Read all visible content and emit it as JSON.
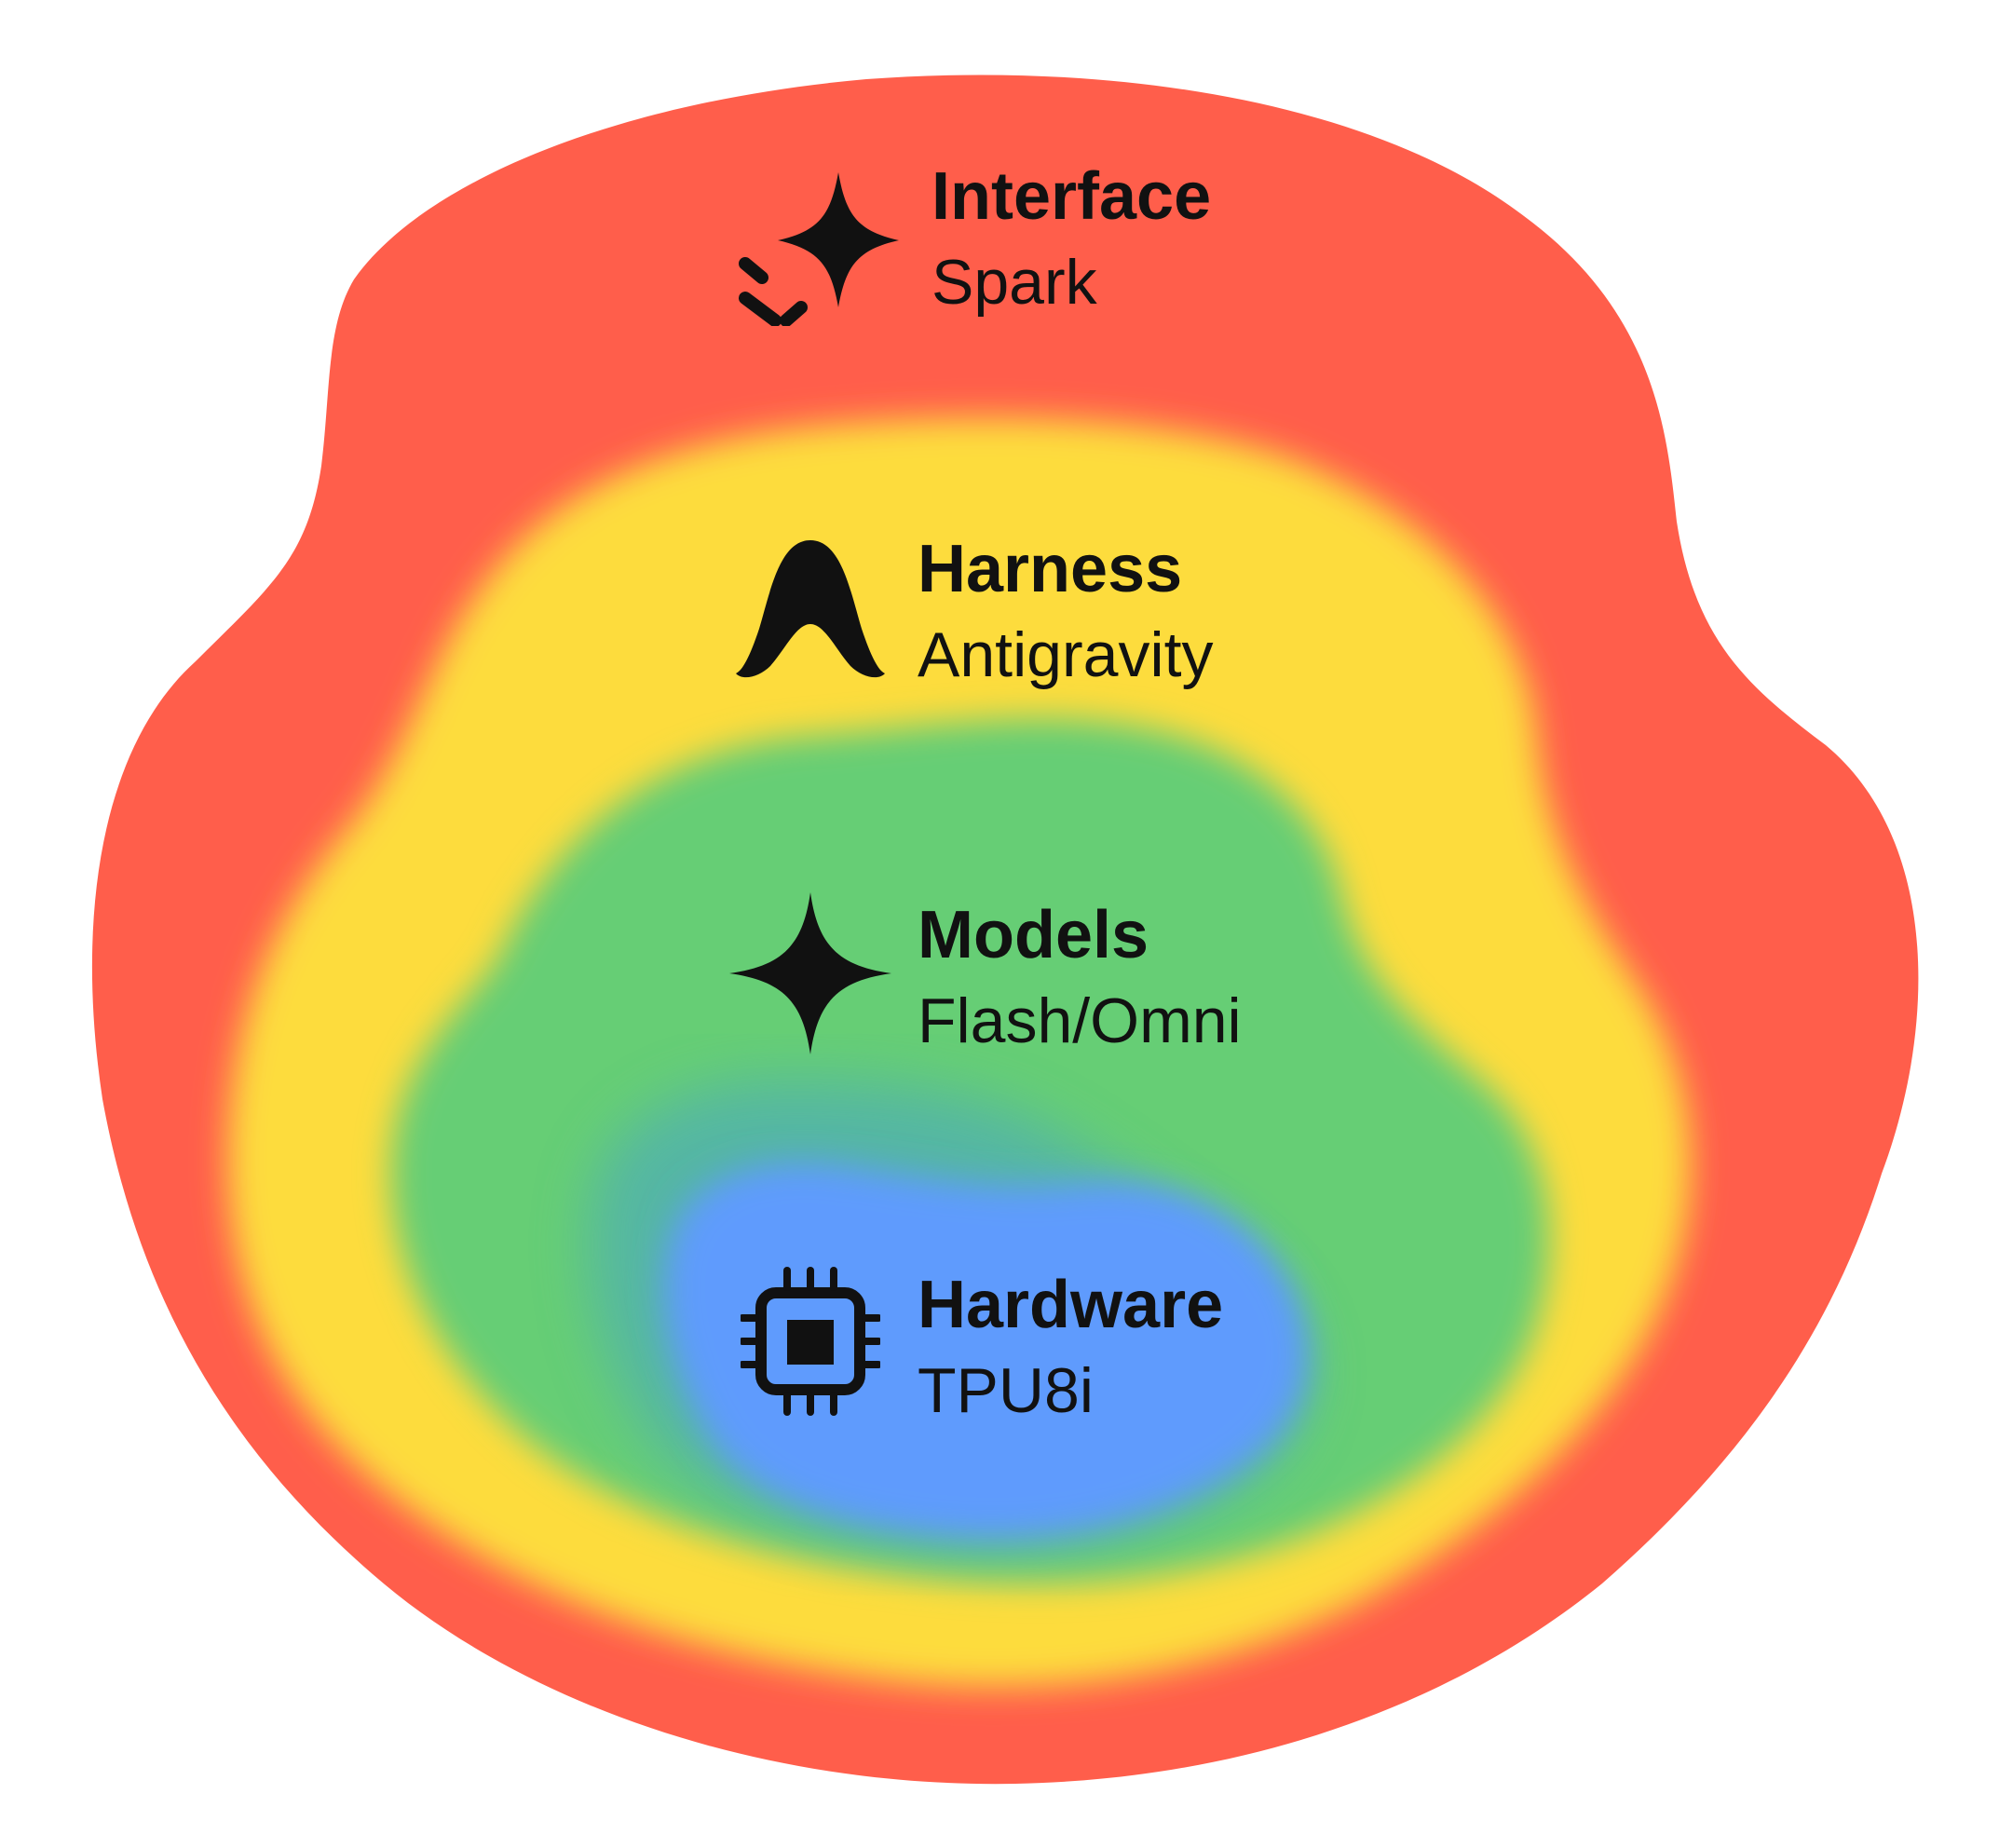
{
  "layers": [
    {
      "title": "Interface",
      "subtitle": "Spark",
      "icon": "sparkle-with-trail-icon",
      "color": "#FF5E4B"
    },
    {
      "title": "Harness",
      "subtitle": "Antigravity",
      "icon": "antigravity-arch-icon",
      "color": "#FDDC3D"
    },
    {
      "title": "Models",
      "subtitle": "Flash/Omni",
      "icon": "four-point-star-icon",
      "color": "#66CE74"
    },
    {
      "title": "Hardware",
      "subtitle": "TPU8i",
      "icon": "chip-icon",
      "color": "#5E9BFD"
    }
  ]
}
